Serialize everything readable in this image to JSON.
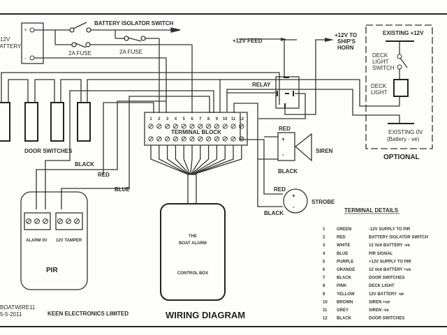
{
  "title": "WIRING DIAGRAM",
  "company": "KEEN ELECTRONICS LIMITED",
  "doc_ref": "BOATWIRE11",
  "doc_date": "5-5-2011",
  "battery": {
    "label_line1": "12V",
    "label_line2": "BATTERY",
    "plus": "+",
    "minus": "-"
  },
  "isolator_switch": "BATTERY ISOLATOR SWITCH",
  "fuse1": "2A FUSE",
  "fuse2": "2A FUSE",
  "feed": "+12V FEED",
  "horn": {
    "line1": "+12V  TO",
    "line2": "SHIP'S",
    "line3": "HORN"
  },
  "relay": "RELAY",
  "door_switches": "DOOR  SWITCHES",
  "terminal_block": {
    "label": "TERMINAL  BLOCK",
    "numbers": [
      "1",
      "2",
      "3",
      "4",
      "5",
      "6",
      "7",
      "8",
      "9",
      "10",
      "11",
      "12"
    ]
  },
  "wires": {
    "black": "BLACK",
    "red": "RED",
    "blue": "BLUE"
  },
  "siren": {
    "label": "SIREN",
    "red": "RED",
    "black": "BLACK",
    "plus": "+",
    "minus": "-"
  },
  "strobe": {
    "label": "STROBE",
    "red": "RED",
    "black": "BLACK",
    "plus": "+",
    "minus": "-"
  },
  "pir": {
    "label": "PIR",
    "alarm": "ALARM  0V",
    "tamper": "12V  TAMPER"
  },
  "control_box": {
    "line1": "THE",
    "line2": "BOAT  ALARM",
    "line3": "CONTROL  BOX"
  },
  "optional": {
    "label": "OPTIONAL",
    "existing_12v": "EXISTING  +12V",
    "switch": [
      "DECK",
      "LIGHT",
      "SWITCH"
    ],
    "light": [
      "DECK",
      "LIGHT"
    ],
    "existing_0v": "EXISTING  0V",
    "existing_0v_sub": "(Battery  -  ve)"
  },
  "terminal_details": {
    "title": "TERMINAL  DETAILS",
    "rows": [
      {
        "num": "1",
        "color": "GREEN",
        "desc": "-12V  SUPPLY  TO  PIR"
      },
      {
        "num": "2",
        "color": "RED",
        "desc": "BATTERY  ISOLATOR  SWITCH"
      },
      {
        "num": "3",
        "color": "WHITE",
        "desc": "12  Volt  BATTERY  -ve"
      },
      {
        "num": "4",
        "color": "BLUE",
        "desc": "PIR  SIGNAL"
      },
      {
        "num": "5",
        "color": "PURPLE",
        "desc": "+12V  SUPPLY  TO  PIR"
      },
      {
        "num": "6",
        "color": "ORANGE",
        "desc": "12  Volt  BATTERY  +ve"
      },
      {
        "num": "7",
        "color": "BLACK",
        "desc": "DOOR  SWITCHES"
      },
      {
        "num": "8",
        "color": "PINK",
        "desc": "DECK  LIGHT"
      },
      {
        "num": "9",
        "color": "YELLOW",
        "desc": "12V  BATTERY  -ve"
      },
      {
        "num": "10",
        "color": "BROWN",
        "desc": "SIREN  +ve"
      },
      {
        "num": "11",
        "color": "GREY",
        "desc": "SIREN  -ve"
      },
      {
        "num": "12",
        "color": "BLACK",
        "desc": "DOOR  SWITCHES"
      }
    ]
  }
}
